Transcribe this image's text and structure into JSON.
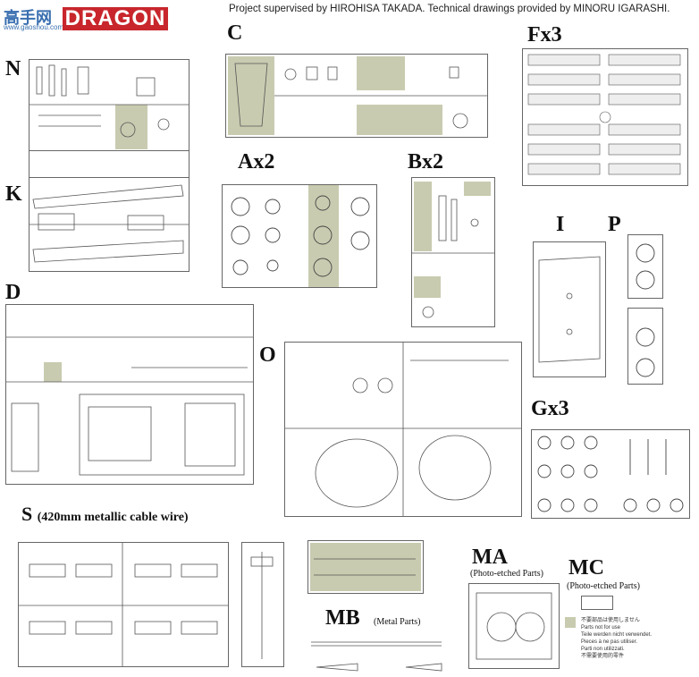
{
  "logo": {
    "cn": "高手网",
    "url": "www.gaoshou.com",
    "brand": "DRAGON"
  },
  "credit": "Project supervised by HIROHISA TAKADA. Technical drawings provided by MINORU IGARASHI.",
  "sprues": {
    "n": "N",
    "k": "K",
    "c": "C",
    "fx3": "Fx3",
    "ax2": "Ax2",
    "bx2": "Bx2",
    "i": "I",
    "p": "P",
    "d": "D",
    "o": "O",
    "gx3": "Gx3",
    "s": "S",
    "s_note": "(420mm metallic cable wire)",
    "ma": "MA",
    "ma_note": "(Photo-etched Parts)",
    "mb": "MB",
    "mb_note": "(Metal Parts)",
    "mc": "MC",
    "mc_note": "(Photo-etched Parts)"
  },
  "unused_note": [
    "不要部品は使用しません",
    "Parts not for use",
    "Teile werden nicht verwendet.",
    "Pieces à ne pas utiliser.",
    "Parti non utilizzati.",
    "不需要使用的零件"
  ],
  "colors": {
    "shade": "#c9cbb0",
    "logo_red": "#c8262c",
    "logo_blue": "#3a6fb0"
  }
}
